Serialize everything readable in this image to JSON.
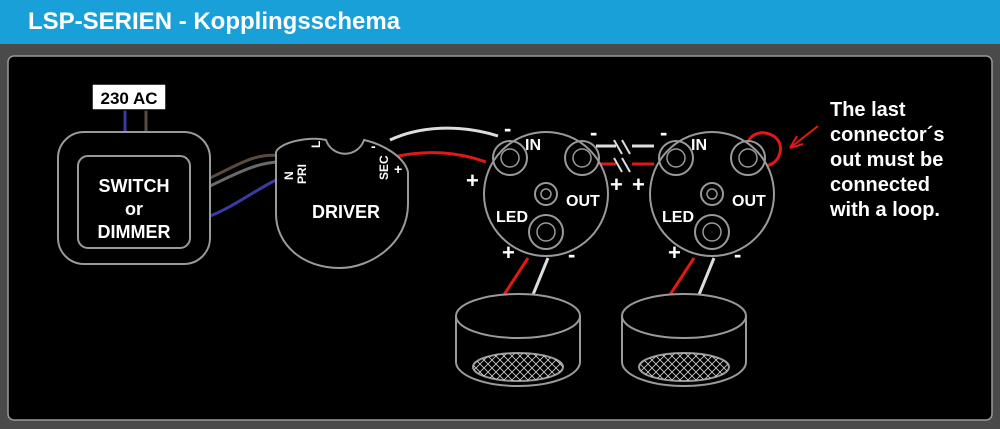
{
  "header": {
    "title": "LSP-SERIEN - Kopplingsschema"
  },
  "colors": {
    "header_bg": "#1aa0d8",
    "panel_bg": "#000000",
    "wire_blue": "#3b3aa0",
    "wire_brown": "#5a4a40",
    "wire_red": "#e01818",
    "wire_white": "#dddddd"
  },
  "supply": {
    "label": "230 AC"
  },
  "switch": {
    "line1": "SWITCH",
    "line2": "or",
    "line3": "DIMMER"
  },
  "driver": {
    "label": "DRIVER",
    "pri_n": "N",
    "pri": "PRI",
    "pri_l": "L",
    "sec": "SEC",
    "sec_minus": "-",
    "sec_plus": "+"
  },
  "connector1": {
    "in": "IN",
    "out": "OUT",
    "led": "LED",
    "in_minus": "-",
    "in_plus": "+",
    "out_minus": "-",
    "out_plus": "+",
    "led_plus": "+",
    "led_minus": "-"
  },
  "connector2": {
    "in": "IN",
    "out": "OUT",
    "led": "LED",
    "in_minus": "-",
    "in_plus": "+",
    "led_plus": "+",
    "led_minus": "-"
  },
  "note": {
    "line1": "The last",
    "line2": "connector´s",
    "line3": "out must be",
    "line4": "connected",
    "line5": "with a loop."
  }
}
